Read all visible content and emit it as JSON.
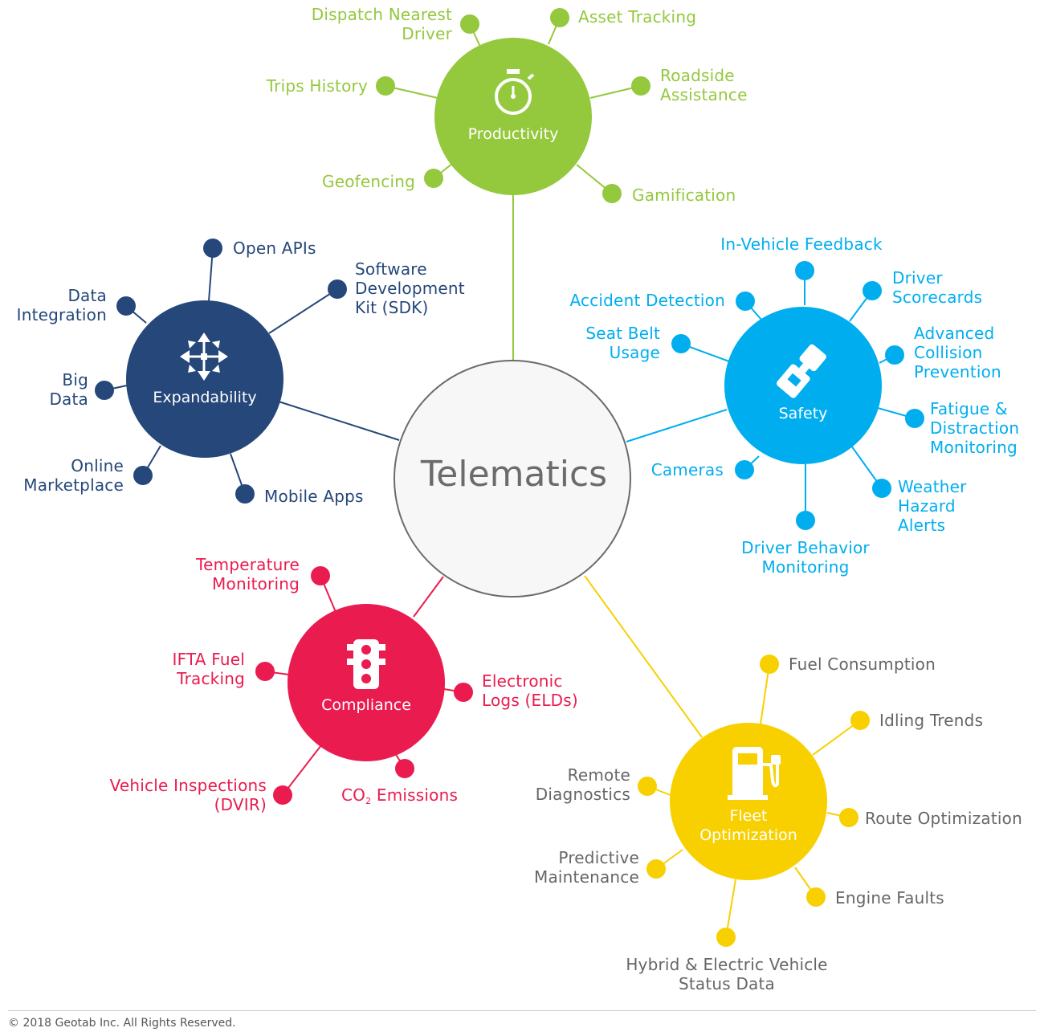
{
  "colors": {
    "productivity": "#94c83d",
    "safety": "#00aeef",
    "expandability": "#25477a",
    "compliance": "#ea1b4f",
    "fleet": "#f8d000",
    "fleet_text": "#666666",
    "center_stroke": "#6b6b6b",
    "center_fill": "#f7f7f7"
  },
  "center": {
    "title": "Telematics"
  },
  "hubs": {
    "productivity": {
      "name": "Productivity",
      "icon": "stopwatch-icon"
    },
    "safety": {
      "name": "Safety",
      "icon": "seatbelt-icon"
    },
    "expandability": {
      "name": "Expandability",
      "icon": "expand-arrows-icon"
    },
    "compliance": {
      "name": "Compliance",
      "icon": "traffic-light-icon"
    },
    "fleet": {
      "name": "Fleet\nOptimization",
      "icon": "fuel-pump-icon"
    }
  },
  "productivity": {
    "dispatch": "Dispatch Nearest\nDriver",
    "asset": "Asset Tracking",
    "trips": "Trips History",
    "roadside": "Roadside\nAssistance",
    "geofencing": "Geofencing",
    "gamification": "Gamification"
  },
  "safety": {
    "feedback": "In-Vehicle Feedback",
    "scorecards": "Driver\nScorecards",
    "accident": "Accident Detection",
    "seatbelt": "Seat Belt\nUsage",
    "collision": "Advanced\nCollision\nPrevention",
    "fatigue": "Fatigue &\nDistraction\nMonitoring",
    "cameras": "Cameras",
    "weather": "Weather\nHazard\nAlerts",
    "behavior": "Driver Behavior\nMonitoring"
  },
  "expandability": {
    "apis": "Open APIs",
    "sdk": "Software\nDevelopment\nKit (SDK)",
    "integration": "Data\nIntegration",
    "bigdata": "Big\nData",
    "marketplace": "Online\nMarketplace",
    "mobile": "Mobile Apps"
  },
  "compliance": {
    "temperature": "Temperature\nMonitoring",
    "ifta": "IFTA Fuel\nTracking",
    "elds": "Electronic\nLogs (ELDs)",
    "dvir": "Vehicle Inspections\n(DVIR)",
    "co2_prefix": "CO",
    "co2_sub": "2",
    "co2_suffix": " Emissions"
  },
  "fleet": {
    "fuel": "Fuel Consumption",
    "idling": "Idling Trends",
    "remote": "Remote\nDiagnostics",
    "route": "Route Optimization",
    "predictive": "Predictive\nMaintenance",
    "engine": "Engine Faults",
    "hybrid": "Hybrid & Electric Vehicle\nStatus Data"
  },
  "footer": {
    "copyright": "© 2018 Geotab Inc. All Rights Reserved."
  }
}
